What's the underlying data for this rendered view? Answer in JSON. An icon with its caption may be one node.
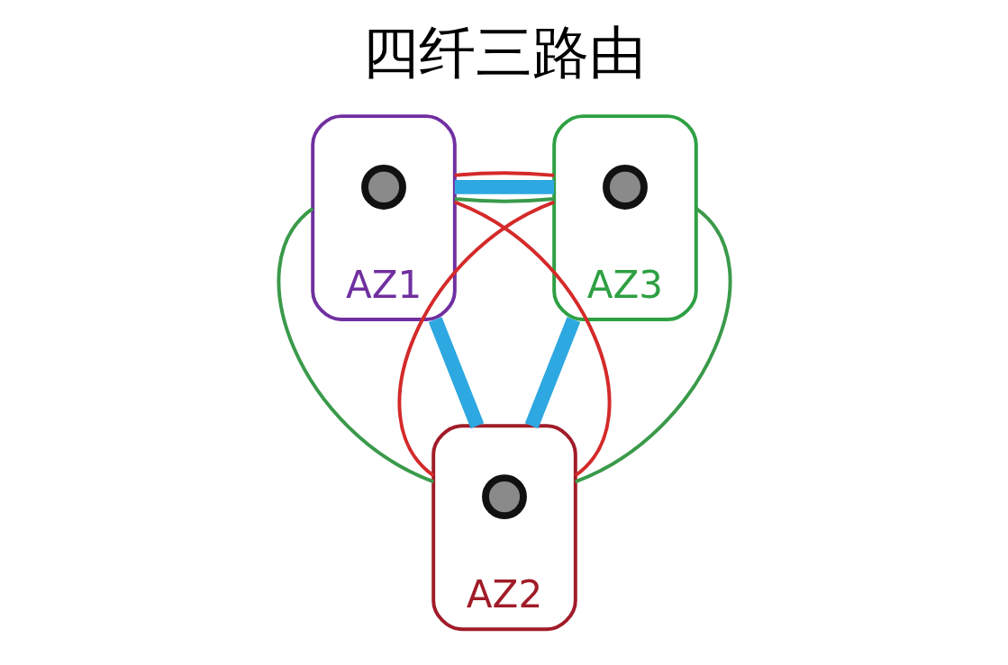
{
  "diagram": {
    "title": "四纤三路由",
    "nodes": [
      {
        "text": [
          "AZ1"
        ]
      },
      {
        "text": [],
        "shape": "circle",
        "in": 0
      },
      {
        "text": [
          "AZ3"
        ]
      },
      {
        "text": [],
        "shape": "circle",
        "in": 2
      },
      {
        "text": [
          "AZ2"
        ]
      },
      {
        "text": [],
        "shape": "circle",
        "in": 4
      }
    ],
    "edges": [
      {
        "from": 0,
        "to": 2,
        "arrow": "none",
        "color": "#3a9a4a"
      },
      {
        "from": 0,
        "to": 2,
        "arrow": "none",
        "color": "#2ea8e0",
        "style": "thick"
      },
      {
        "from": 0,
        "to": 2,
        "arrow": "none",
        "color": "#d42a2a"
      },
      {
        "from": 0,
        "to": 4,
        "arrow": "none",
        "color": "#3a9a4a"
      },
      {
        "from": 0,
        "to": 4,
        "arrow": "none",
        "color": "#2ea8e0",
        "style": "thick"
      },
      {
        "from": 0,
        "to": 4,
        "arrow": "none",
        "color": "#d42a2a"
      },
      {
        "from": 2,
        "to": 4,
        "arrow": "none",
        "color": "#d42a2a"
      },
      {
        "from": 2,
        "to": 4,
        "arrow": "none",
        "color": "#2ea8e0",
        "style": "thick"
      },
      {
        "from": 2,
        "to": 4,
        "arrow": "none",
        "color": "#3a9a4a"
      }
    ]
  }
}
